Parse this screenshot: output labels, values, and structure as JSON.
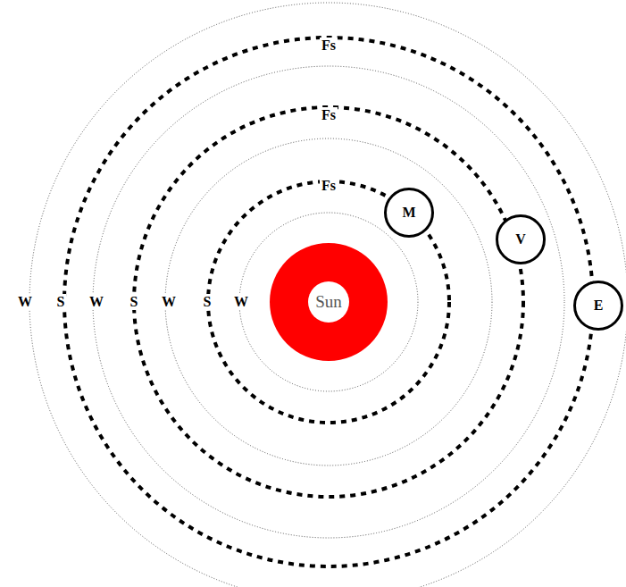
{
  "diagram": {
    "nodes": [
      {
        "text": [
          "Sun"
        ]
      },
      {
        "text": [
          "M"
        ]
      },
      {
        "text": [
          "V"
        ]
      },
      {
        "text": [
          "E"
        ]
      }
    ],
    "labels": [
      "Fs",
      "Fs",
      "Fs",
      "W",
      "S",
      "W",
      "S",
      "W",
      "S",
      "W"
    ]
  }
}
